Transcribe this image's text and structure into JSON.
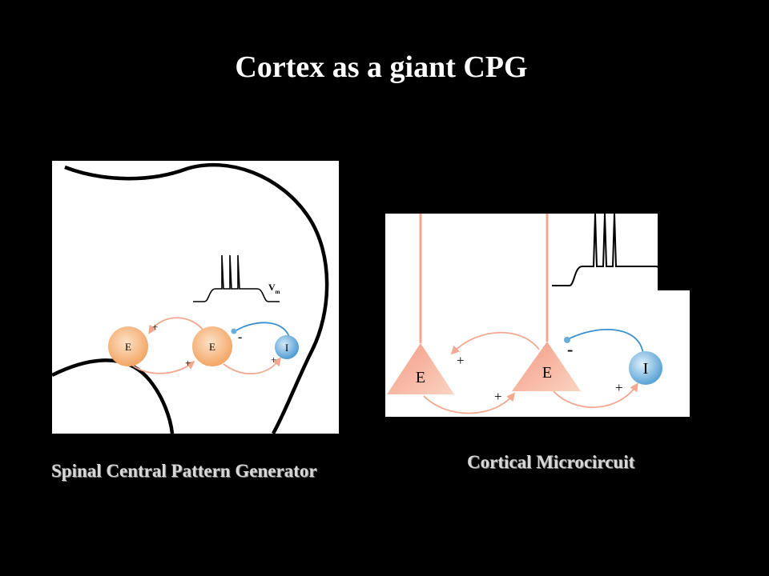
{
  "slide": {
    "title": "Cortex as a giant CPG"
  },
  "spinal_diagram": {
    "caption": "Spinal Central Pattern Generator",
    "neuron_left_label": "E",
    "neuron_mid_label": "E",
    "neuron_inhib_label": "I",
    "plus_sign": "+",
    "minus_sign": "-",
    "vm_label": "V",
    "vm_subscript": "m"
  },
  "cortical_diagram": {
    "caption": "Cortical Microcircuit",
    "neuron_left_label": "E",
    "neuron_mid_label": "E",
    "neuron_inhib_label": "I",
    "plus_sign": "+",
    "minus_sign": "-"
  },
  "colors": {
    "background": "#000000",
    "excitatory_fill": "#f6b27a",
    "pyramidal_fill": "#f5a58d",
    "inhibitory_fill": "#6aaedc",
    "excitatory_arrow": "#f2a98f",
    "inhibitory_arrow": "#3b8fd0"
  }
}
